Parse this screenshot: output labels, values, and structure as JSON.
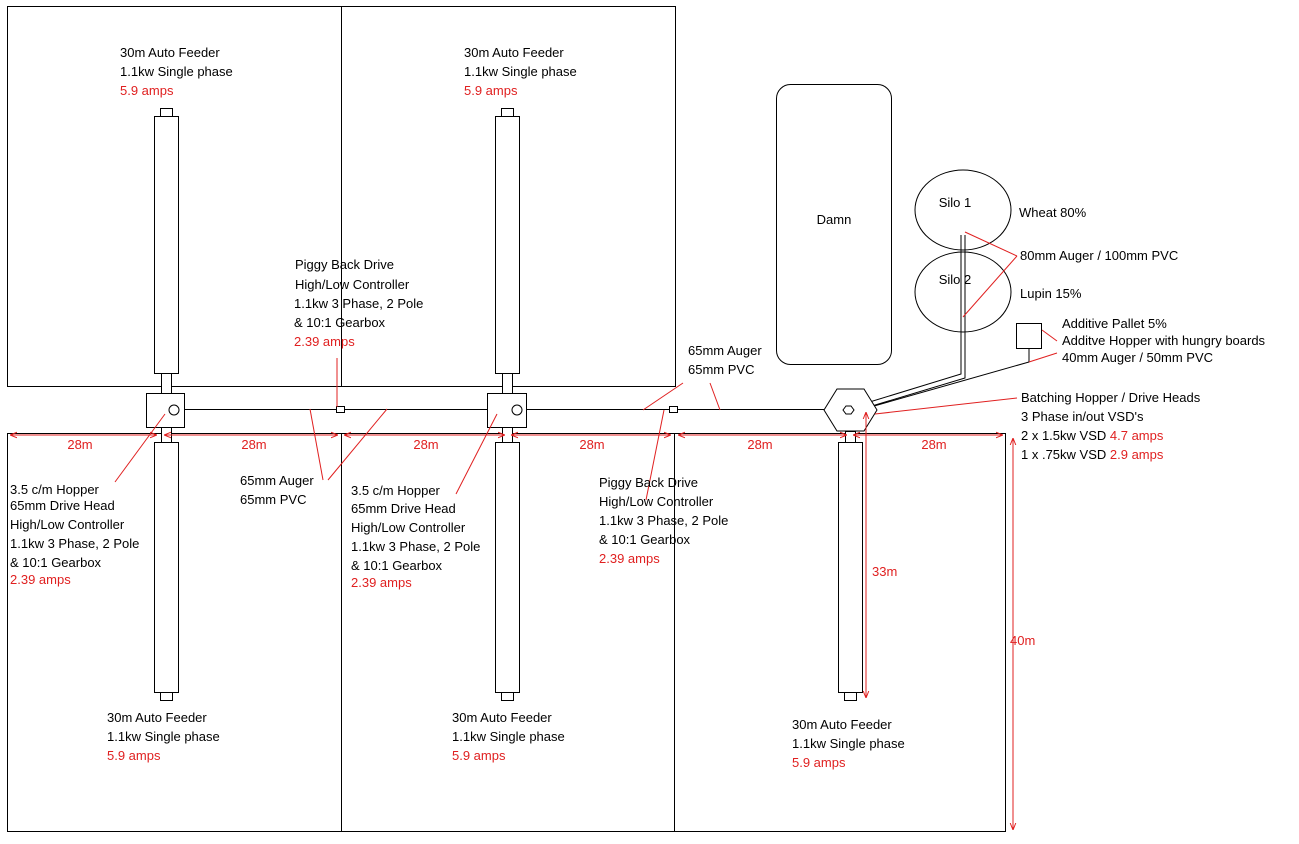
{
  "colors": {
    "line": "#000000",
    "dimension": "#e02020",
    "background": "#ffffff"
  },
  "feeders": [
    {
      "title": "30m Auto Feeder",
      "spec": "1.1kw Single phase",
      "amps": "5.9 amps"
    },
    {
      "title": "30m Auto Feeder",
      "spec": "1.1kw Single phase",
      "amps": "5.9 amps"
    },
    {
      "title": "30m Auto Feeder",
      "spec": "1.1kw Single phase",
      "amps": "5.9 amps"
    },
    {
      "title": "30m Auto Feeder",
      "spec": "1.1kw Single phase",
      "amps": "5.9 amps"
    },
    {
      "title": "30m Auto Feeder",
      "spec": "1.1kw Single phase",
      "amps": "5.9 amps"
    }
  ],
  "piggy_back_drives": [
    {
      "lines": [
        "Piggy Back Drive",
        "High/Low Controller",
        "1.1kw 3 Phase, 2 Pole",
        "& 10:1 Gearbox"
      ],
      "amps": "2.39 amps"
    },
    {
      "lines": [
        "Piggy Back Drive",
        "High/Low Controller",
        "1.1kw 3 Phase, 2 Pole",
        "& 10:1 Gearbox"
      ],
      "amps": "2.39 amps"
    }
  ],
  "hoppers": [
    {
      "lines": [
        "3.5 c/m Hopper",
        "65mm Drive Head",
        "High/Low Controller",
        "1.1kw 3 Phase, 2 Pole",
        "& 10:1 Gearbox"
      ],
      "amps": "2.39 amps"
    },
    {
      "lines": [
        "3.5 c/m Hopper",
        "65mm Drive Head",
        "High/Low Controller",
        "1.1kw 3 Phase, 2 Pole",
        "& 10:1 Gearbox"
      ],
      "amps": "2.39 amps"
    }
  ],
  "augers": [
    {
      "lines": [
        "65mm Auger",
        "65mm PVC"
      ]
    },
    {
      "lines": [
        "65mm Auger",
        "65mm PVC"
      ]
    }
  ],
  "dam_label": "Damn",
  "silos": [
    {
      "name": "Silo 1",
      "grain": "Wheat 80%"
    },
    {
      "name": "Silo 2",
      "grain": "Lupin 15%"
    }
  ],
  "silo_auger": "80mm Auger / 100mm PVC",
  "additive": {
    "line1": "Additive Pallet 5%",
    "line2": "Additve Hopper with hungry boards",
    "line3": "40mm Auger / 50mm PVC"
  },
  "batching": {
    "title": "Batching Hopper / Drive Heads",
    "line2": "3 Phase in/out VSD's",
    "vsd1": "2 x 1.5kw VSD",
    "vsd1_amps": "4.7 amps",
    "vsd2": "1 x .75kw VSD",
    "vsd2_amps": "2.9 amps"
  },
  "dimensions": {
    "segments": [
      "28m",
      "28m",
      "28m",
      "28m",
      "28m",
      "28m"
    ],
    "feeder_length": "33m",
    "shed_width": "40m"
  }
}
